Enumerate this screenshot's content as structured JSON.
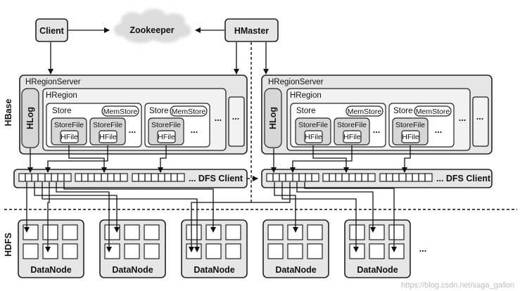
{
  "top": {
    "client": "Client",
    "zookeeper": "Zookeeper",
    "hmaster": "HMaster"
  },
  "side": {
    "hbase": "HBase",
    "hdfs": "HDFS"
  },
  "region_servers": [
    {
      "title": "HRegionServer",
      "hlog": "HLog",
      "hregion": "HRegion",
      "stores": [
        {
          "label": "Store",
          "memstore": "MemStore",
          "storefiles": [
            "StoreFile",
            "StoreFile"
          ],
          "hfile": "HFile",
          "more": "..."
        },
        {
          "label": "Store",
          "memstore": "MemStore",
          "storefiles": [
            "StoreFile"
          ],
          "hfile": "HFile",
          "more": "..."
        }
      ],
      "stores_more": "...",
      "regions_more": "...",
      "dfs_client": "... DFS Client"
    },
    {
      "title": "HRegionServer",
      "hlog": "HLog",
      "hregion": "HRegion",
      "stores": [
        {
          "label": "Store",
          "memstore": "MemStore",
          "storefiles": [
            "StoreFile",
            "StoreFile"
          ],
          "hfile": "HFile",
          "more": "..."
        },
        {
          "label": "Store",
          "memstore": "MemStore",
          "storefiles": [
            "StoreFile"
          ],
          "hfile": "HFile",
          "more": "..."
        }
      ],
      "stores_more": "...",
      "regions_more": "...",
      "dfs_client": "... DFS Client"
    }
  ],
  "datanodes": [
    "DataNode",
    "DataNode",
    "DataNode",
    "DataNode",
    "DataNode"
  ],
  "datanodes_more": "...",
  "watermark": "https://blog.csdn.net/saga_gallon"
}
